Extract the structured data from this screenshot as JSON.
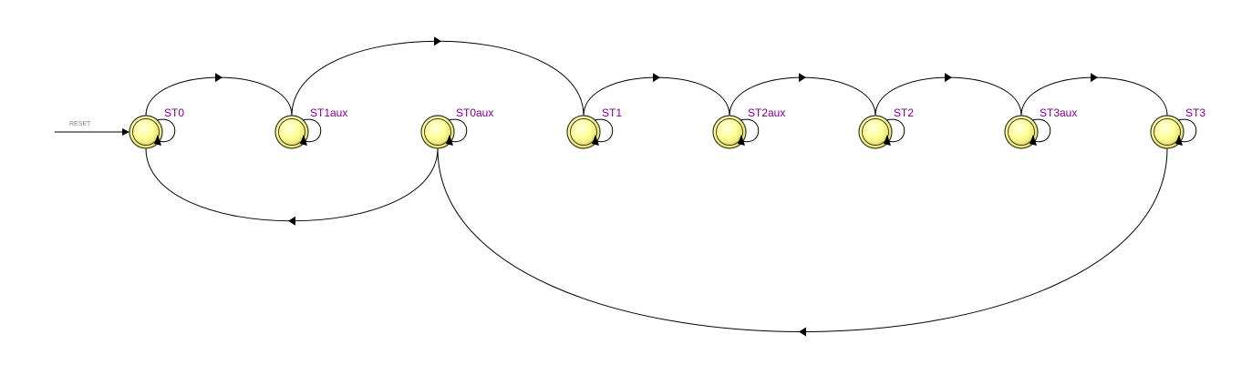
{
  "diagram": {
    "reset_label": "RESET",
    "states": [
      {
        "id": "ST0",
        "label": "ST0"
      },
      {
        "id": "ST1aux",
        "label": "ST1aux"
      },
      {
        "id": "ST0aux",
        "label": "ST0aux"
      },
      {
        "id": "ST1",
        "label": "ST1"
      },
      {
        "id": "ST2aux",
        "label": "ST2aux"
      },
      {
        "id": "ST2",
        "label": "ST2"
      },
      {
        "id": "ST3aux",
        "label": "ST3aux"
      },
      {
        "id": "ST3",
        "label": "ST3"
      }
    ],
    "transitions": [
      {
        "from": "ST0",
        "to": "ST1aux"
      },
      {
        "from": "ST1aux",
        "to": "ST1"
      },
      {
        "from": "ST1",
        "to": "ST2aux"
      },
      {
        "from": "ST2aux",
        "to": "ST2"
      },
      {
        "from": "ST2",
        "to": "ST3aux"
      },
      {
        "from": "ST3aux",
        "to": "ST3"
      },
      {
        "from": "ST0aux",
        "to": "ST0"
      },
      {
        "from": "ST3",
        "to": "ST0aux"
      }
    ],
    "self_loops": [
      "ST0",
      "ST1aux",
      "ST0aux",
      "ST1",
      "ST2aux",
      "ST2",
      "ST3aux",
      "ST3"
    ],
    "colors": {
      "state_fill": "#ffff99",
      "state_stroke": "#3a3a2a",
      "label": "#800080",
      "edge": "#000000",
      "reset_text": "#808080"
    }
  }
}
